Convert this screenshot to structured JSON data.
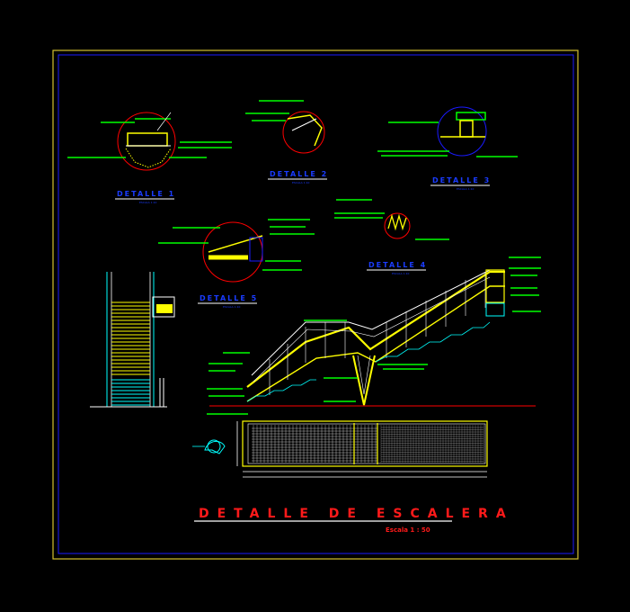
{
  "title": "DETALLE DE ESCALERA",
  "scale": "Escala 1 : 50",
  "details": [
    {
      "label": "DETALLE 1",
      "sub": "ESCALA 1:10"
    },
    {
      "label": "DETALLE 2",
      "sub": "ESCALA 1:10"
    },
    {
      "label": "DETALLE 3",
      "sub": "ESCALA 1:10"
    },
    {
      "label": "DETALLE 4",
      "sub": "ESCALA 1:10"
    },
    {
      "label": "DETALLE 5",
      "sub": "ESCALA 1:10"
    }
  ],
  "colors": {
    "background": "#000000",
    "frame": "#d4c030",
    "inner_frame": "#1a1aff",
    "structure": "#ffff00",
    "annotation": "#00ff00",
    "cut_circle": "#ff0000",
    "caption": "#1a3cff",
    "accent": "#00ffff",
    "title": "#ff1a1a"
  }
}
